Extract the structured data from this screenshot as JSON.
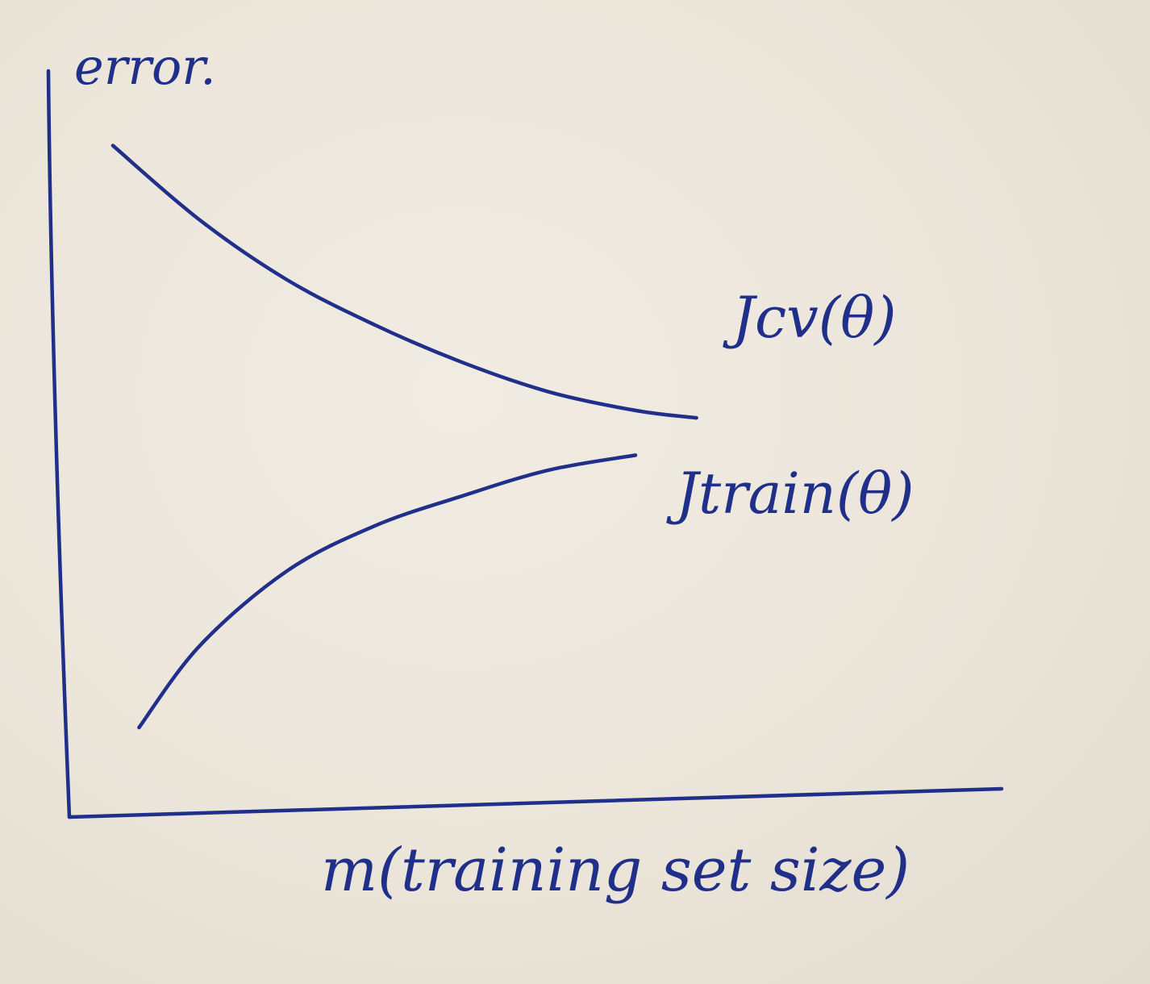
{
  "colors": {
    "ink": "#1f2f8a",
    "paper": "#ece6dc"
  },
  "chart_data": {
    "type": "line",
    "title": "",
    "xlabel": "m(training set size)",
    "ylabel": "error.",
    "x_ticks": [],
    "y_ticks": [],
    "grid": false,
    "legend": "none",
    "xlim": [
      0,
      10
    ],
    "ylim": [
      0,
      10
    ],
    "series": [
      {
        "name": "Jcv(θ)",
        "label_text": "Jcv(θ)",
        "x": [
          0.5,
          1.5,
          2.5,
          3.5,
          4.5,
          5.5,
          6.5,
          7.2
        ],
        "y": [
          9.0,
          8.0,
          7.2,
          6.6,
          6.1,
          5.7,
          5.45,
          5.35
        ]
      },
      {
        "name": "Jtrain(θ)",
        "label_text": "Jtrain(θ)",
        "x": [
          0.8,
          1.5,
          2.5,
          3.5,
          4.5,
          5.5,
          6.5
        ],
        "y": [
          1.2,
          2.3,
          3.3,
          3.9,
          4.3,
          4.65,
          4.85
        ]
      }
    ]
  }
}
